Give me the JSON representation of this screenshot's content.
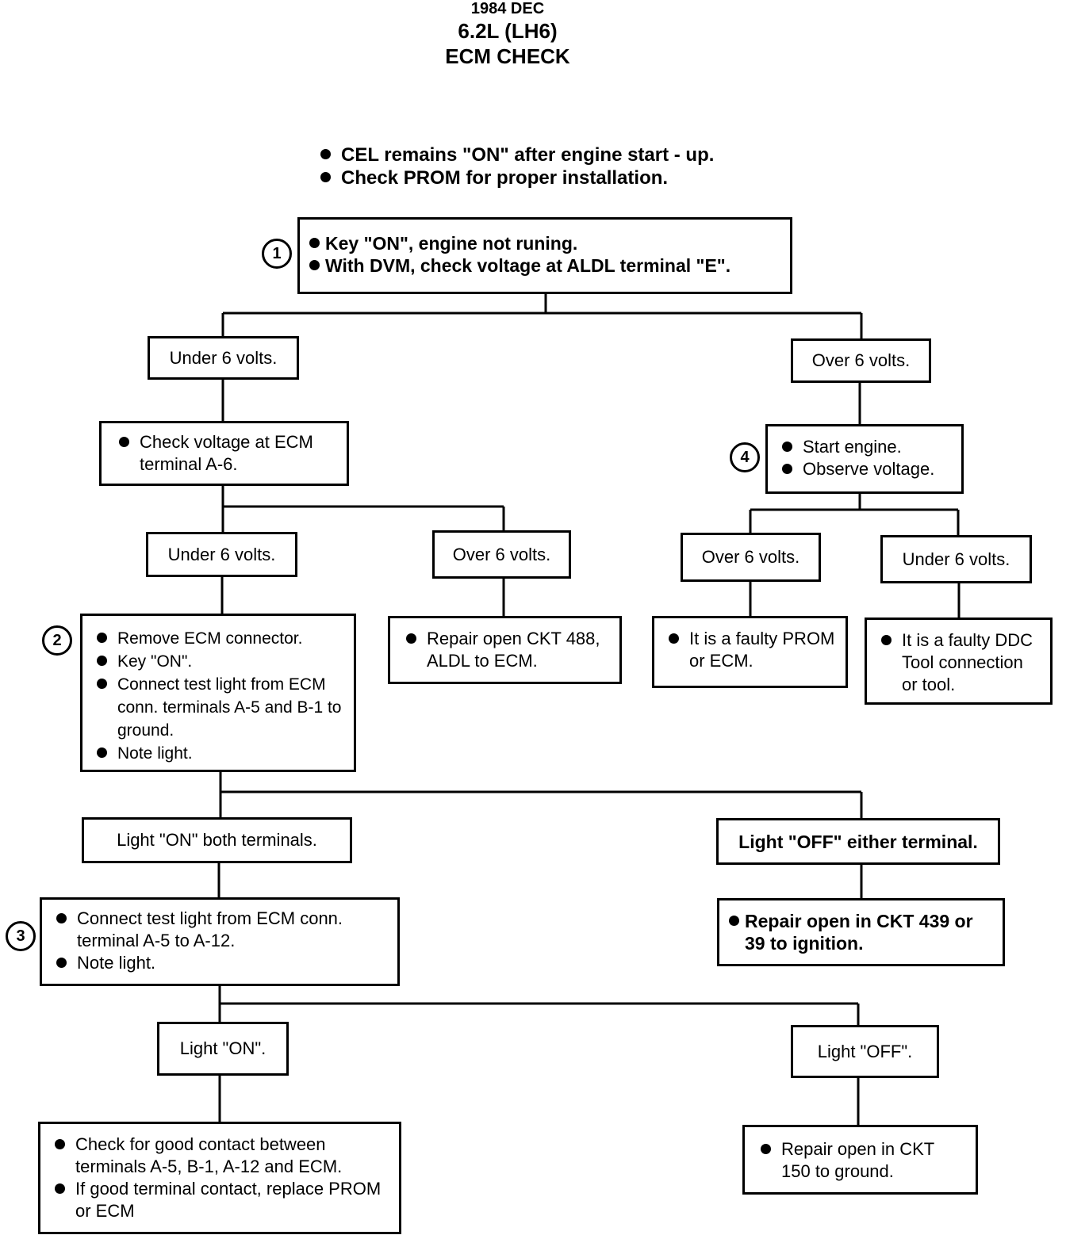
{
  "header": {
    "line1": "1984 DEC",
    "line2": "6.2L (LH6)",
    "line3": "ECM CHECK"
  },
  "preconditions": [
    "CEL remains \"ON\" after engine start - up.",
    "Check PROM for proper installation."
  ],
  "steps": {
    "s1": "1",
    "s2": "2",
    "s3": "3",
    "s4": "4"
  },
  "step1": [
    "Key \"ON\", engine not runing.",
    "With DVM, check voltage at ALDL terminal \"E\"."
  ],
  "branch_under_6_a": "Under 6 volts.",
  "branch_over_6_a": "Over 6 volts.",
  "check_ecm": [
    "Check voltage at ECM terminal A-6."
  ],
  "branch_under_6_b": "Under 6 volts.",
  "branch_over_6_b": "Over 6 volts.",
  "repair_488": [
    "Repair open CKT 488, ALDL to ECM."
  ],
  "step2": [
    "Remove ECM connector.",
    "Key \"ON\".",
    "Connect test light from ECM conn. terminals A-5 and B-1 to ground.",
    "Note light."
  ],
  "light_on_both": "Light \"ON\" both terminals.",
  "light_off_either": "Light \"OFF\" either terminal.",
  "repair_439": [
    "Repair open in CKT 439 or 39 to ignition."
  ],
  "step3": [
    "Connect test light from ECM conn. terminal A-5 to A-12.",
    "Note light."
  ],
  "light_on": "Light \"ON\".",
  "light_off": "Light \"OFF\".",
  "check_contact": [
    "Check for good contact between terminals A-5, B-1, A-12 and ECM.",
    "If good terminal contact, replace PROM or ECM"
  ],
  "repair_150": [
    "Repair open in CKT 150 to ground."
  ],
  "step4": [
    "Start engine.",
    "Observe voltage."
  ],
  "branch_over_6_c": "Over 6 volts.",
  "branch_under_6_c": "Under 6 volts.",
  "faulty_prom": [
    "It is a faulty PROM or ECM."
  ],
  "faulty_tool": [
    "It is a faulty DDC Tool connection or tool."
  ]
}
